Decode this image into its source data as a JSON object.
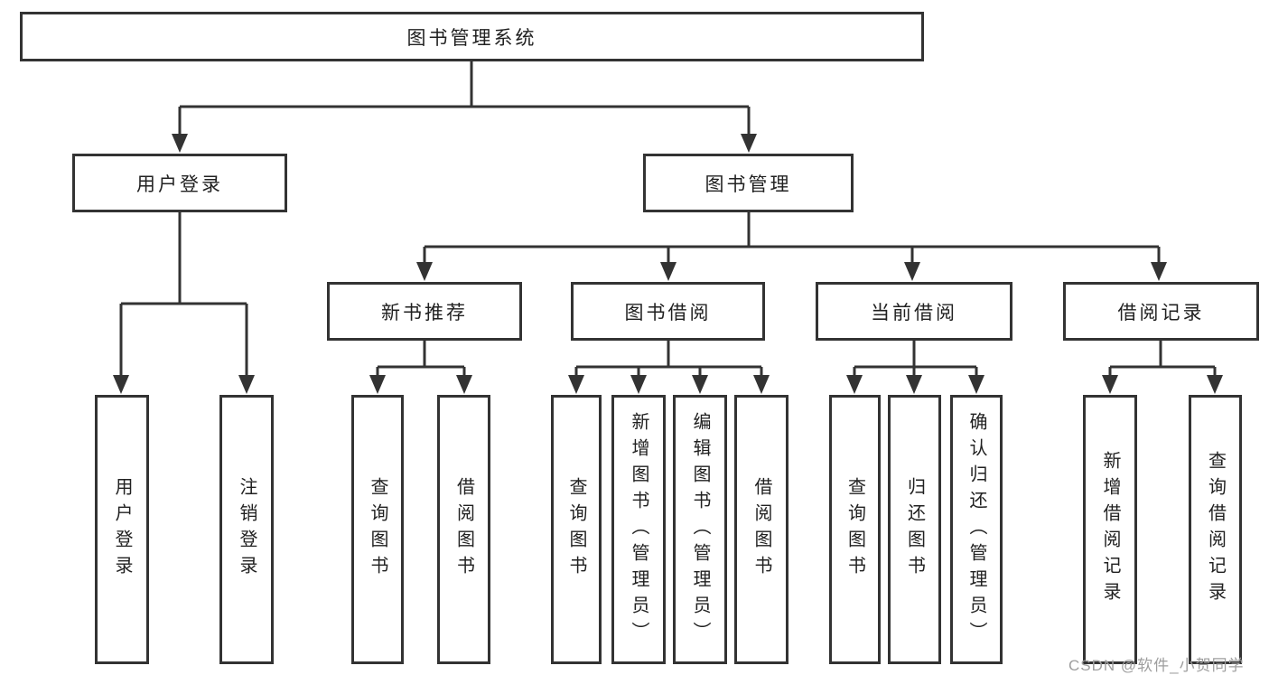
{
  "tree": {
    "root": "图书管理系统",
    "branches": [
      {
        "label": "用户登录",
        "children": [
          "用户登录",
          "注销登录"
        ]
      },
      {
        "label": "图书管理",
        "sections": [
          {
            "label": "新书推荐",
            "children": [
              "查询图书",
              "借阅图书"
            ]
          },
          {
            "label": "图书借阅",
            "children": [
              "查询图书",
              "新增图书（管理员）",
              "编辑图书（管理员）",
              "借阅图书"
            ]
          },
          {
            "label": "当前借阅",
            "children": [
              "查询图书",
              "归还图书",
              "确认归还（管理员）"
            ]
          },
          {
            "label": "借阅记录",
            "children": [
              "新增借阅记录",
              "查询借阅记录"
            ]
          }
        ]
      }
    ]
  },
  "watermark": {
    "text": "CSDN @软件_小贺同学"
  },
  "colors": {
    "line": "#333333",
    "box_border": "#333333",
    "text": "#212121",
    "watermark": "#9e9e9e",
    "background": "#ffffff"
  }
}
